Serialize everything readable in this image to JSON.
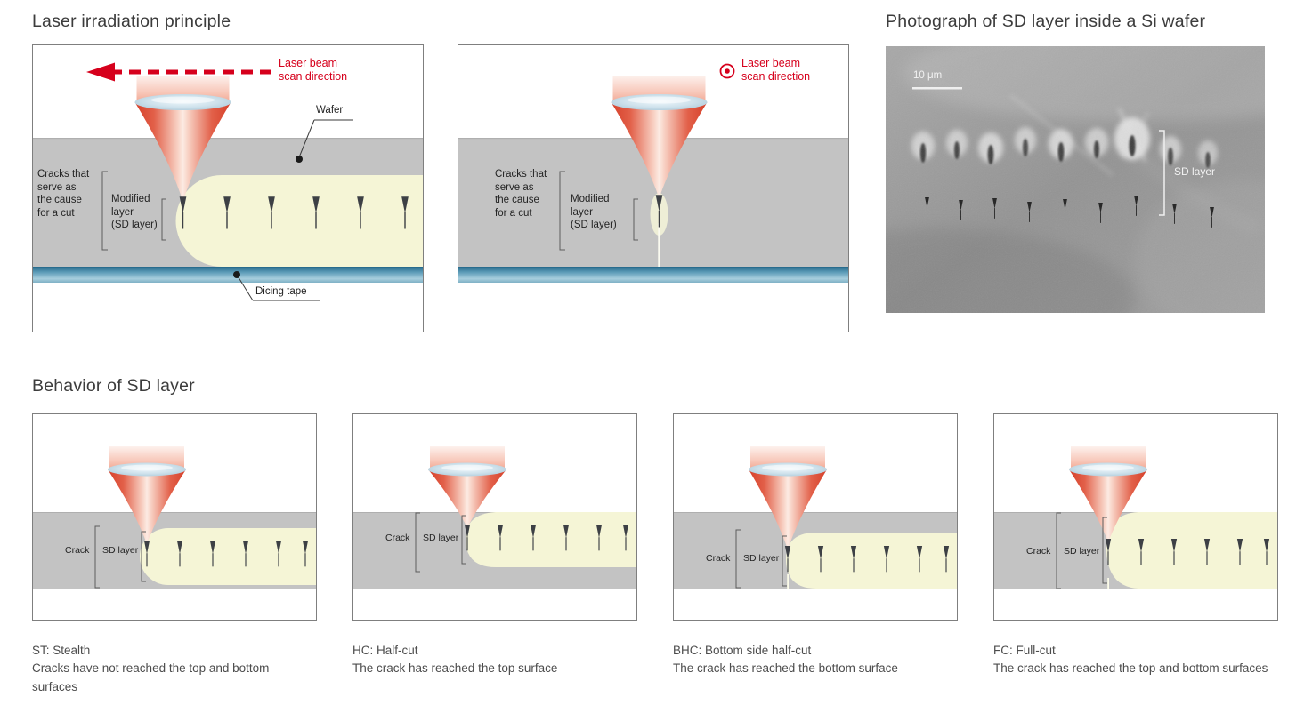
{
  "titles": {
    "principle": "Laser irradiation principle",
    "photo": "Photograph of SD layer inside a Si wafer",
    "behavior": "Behavior of SD layer"
  },
  "side_view": {
    "scan_label": [
      "Laser beam",
      "scan direction"
    ],
    "wafer_label": "Wafer",
    "cracks_label": [
      "Cracks that",
      "serve as",
      "the cause",
      "for a cut"
    ],
    "modified_label": [
      "Modified",
      "layer",
      "(SD layer)"
    ],
    "tape_label": "Dicing tape"
  },
  "front_view": {
    "scan_label": [
      "Laser beam",
      "scan direction"
    ],
    "cracks_label": [
      "Cracks that",
      "serve as",
      "the cause",
      "for a cut"
    ],
    "modified_label": [
      "Modified",
      "layer",
      "(SD layer)"
    ]
  },
  "photo": {
    "scale_label": "10 μm",
    "sd_label": "SD layer"
  },
  "behavior": [
    {
      "crack": "Crack",
      "sd": "SD layer",
      "name": "ST: Stealth",
      "desc": "Cracks have not reached the top and bottom surfaces"
    },
    {
      "crack": "Crack",
      "sd": "SD layer",
      "name": "HC: Half-cut",
      "desc": "The crack has reached the top surface"
    },
    {
      "crack": "Crack",
      "sd": "SD layer",
      "name": "BHC: Bottom side half-cut",
      "desc": "The crack has reached the bottom surface"
    },
    {
      "crack": "Crack",
      "sd": "SD layer",
      "name": "FC: Full-cut",
      "desc": "The crack has reached the top and bottom surfaces"
    }
  ],
  "colors": {
    "laser_red": "#d6001c",
    "sd_yellow": "#f5f5d6",
    "wafer_gray": "#c3c3c3",
    "tape_blue": "#2f7393"
  }
}
